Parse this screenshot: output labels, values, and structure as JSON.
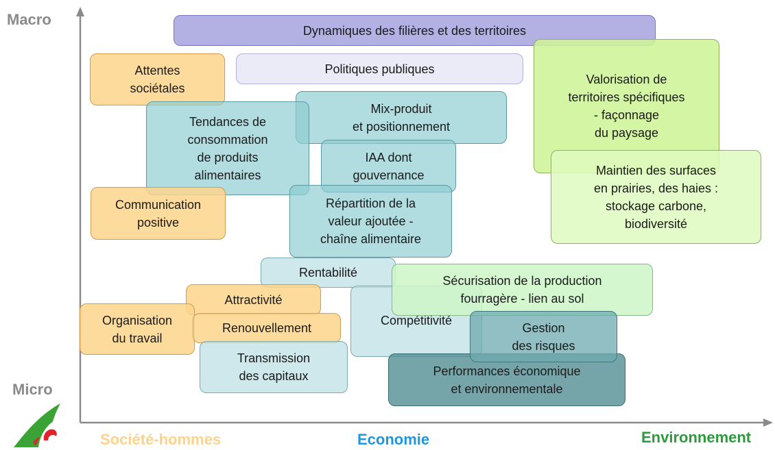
{
  "axes": {
    "y_top": "Macro",
    "y_bottom": "Micro"
  },
  "categories": {
    "society": {
      "label": "Société-hommes",
      "color": "#fcd38c"
    },
    "economy": {
      "label": "Economie",
      "color": "#1f96e0"
    },
    "environment": {
      "label": "Environnement",
      "color": "#2e9a3e"
    }
  },
  "boxes": {
    "dynamiques": "Dynamiques des filières et des territoires",
    "attentes": "Attentes\nsociétales",
    "politiques": "Politiques publiques",
    "valorisation": "Valorisation de\nterritoires spécifiques\n- façonnage\ndu paysage",
    "tendances": "Tendances de\nconsommation\nde produits\nalimentaires",
    "mix": "Mix-produit\net positionnement",
    "iaa": "IAA dont\ngouvernance",
    "maintien": "Maintien des surfaces\nen prairies, des haies :\nstockage carbone,\nbiodiversité",
    "communication": "Communication\npositive",
    "repartition": "Répartition de la\nvaleur ajoutée -\nchaîne alimentaire",
    "rentabilite": "Rentabilité",
    "securisation": "Sécurisation de la production\nfourragère - lien au sol",
    "attractivite": "Attractivité",
    "organisation": "Organisation\ndu travail",
    "renouvellement": "Renouvellement",
    "competitivite": "Compétitivité",
    "gestion": "Gestion\ndes risques",
    "transmission": "Transmission\ndes capitaux",
    "performances": "Performances économique\net environnementale"
  },
  "logo": {
    "icon": "chamber-agriculture-logo"
  }
}
